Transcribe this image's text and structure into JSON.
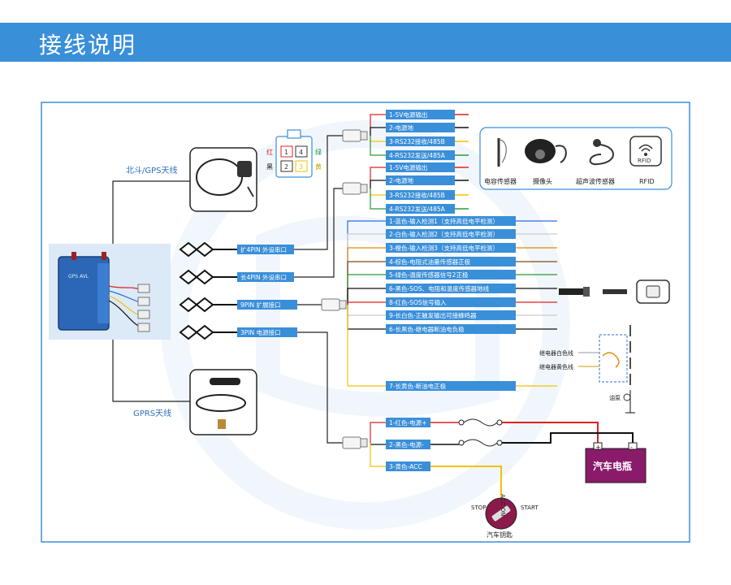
{
  "header": {
    "title": "接线说明"
  },
  "antennas": {
    "gps_label": "北斗/GPS天线",
    "gprs_label": "GPRS天线"
  },
  "device": {
    "label": "GPS AVL"
  },
  "connector_legend": {
    "pins": [
      "1",
      "4",
      "2",
      "3"
    ],
    "colors": [
      "红",
      "绿",
      "黑",
      "黄"
    ]
  },
  "ports": [
    "扩4PIN 外设串口",
    "长4PIN 外设串口",
    "9PIN 扩展接口",
    "3PIN 电源接口"
  ],
  "serial1_wires": [
    {
      "label": "1-5V电源输出",
      "color": "#e02020"
    },
    {
      "label": "2-电源地",
      "color": "#111111"
    },
    {
      "label": "3-RS232接收/485B",
      "color": "#f2c200"
    },
    {
      "label": "4-RS232发送/485A",
      "color": "#2a9a3a"
    }
  ],
  "serial2_wires": [
    {
      "label": "1-5V电源输出",
      "color": "#e02020"
    },
    {
      "label": "2-电源地",
      "color": "#111111"
    },
    {
      "label": "3-RS232接收/485B",
      "color": "#f2c200"
    },
    {
      "label": "4-RS232发送/485A",
      "color": "#2a9a3a"
    }
  ],
  "ninepin_wires": [
    {
      "label": "1-蓝色-输入检测1（支持高低电平检测）",
      "color": "#2a6fe0"
    },
    {
      "label": "2-白色-输入检测2（支持高低电平检测）",
      "color": "#cccccc"
    },
    {
      "label": "3-橙色-输入检测3（支持高低电平检测）",
      "color": "#e08a10"
    },
    {
      "label": "4-棕色-电阻式油量传感器正极",
      "color": "#7a4a1a"
    },
    {
      "label": "5-绿色-温度传感器信号2正极",
      "color": "#2a9a3a"
    },
    {
      "label": "6-黑色-SOS、电阻和温度传感器地线",
      "color": "#111111"
    },
    {
      "label": "8-红色-SOS信号输入",
      "color": "#e02020"
    },
    {
      "label": "9-长白色-正触发输出可接蜂鸣器",
      "color": "#cccccc"
    },
    {
      "label": "6-长黑色-继电器断油电负极",
      "color": "#111111"
    },
    {
      "label": "7-长黄色-断油电正极",
      "color": "#f2c200"
    }
  ],
  "accessories": [
    "电容传感器",
    "摄像头",
    "超声波传感器",
    "RFID"
  ],
  "rfid_icon_text": "RFID",
  "relay": {
    "white_wire": "继电器白色线",
    "yellow_wire": "继电器黄色线",
    "pump": "油泵"
  },
  "power_wires": [
    {
      "label": "1-红色-电源+",
      "color": "#e02020"
    },
    {
      "label": "2-黑色-电源-",
      "color": "#111111"
    },
    {
      "label": "3-黄色-ACC",
      "color": "#f2c200"
    }
  ],
  "battery": {
    "label": "汽车电瓶",
    "plus": "+",
    "minus": "-"
  },
  "ignition": {
    "label": "汽车钥匙",
    "acc_on": "ACC ON",
    "stop": "STOP",
    "start": "START"
  }
}
